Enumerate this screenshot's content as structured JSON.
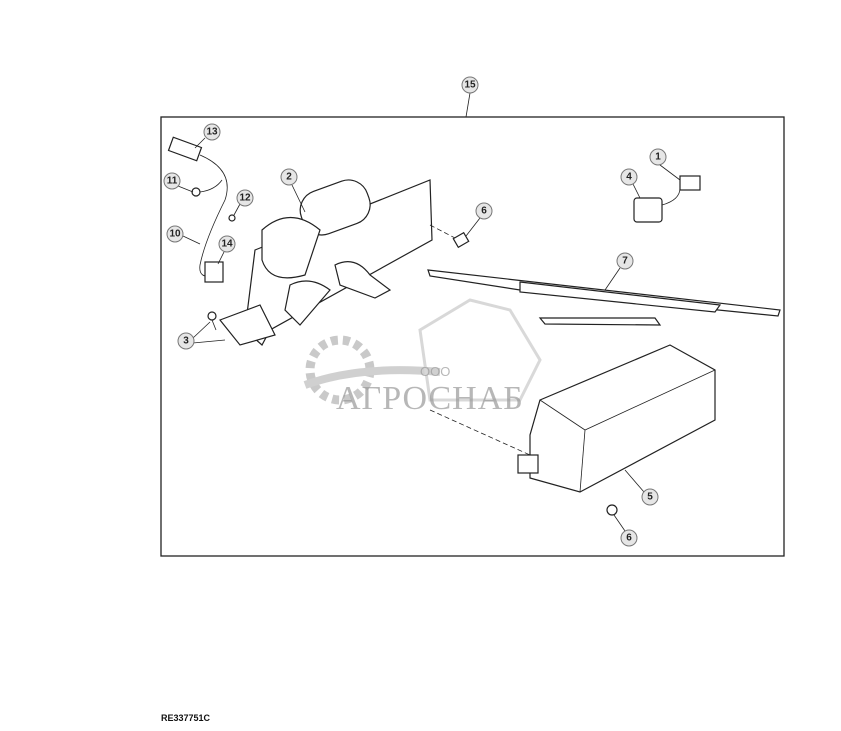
{
  "diagram": {
    "reference_code": "RE337751C",
    "callouts": {
      "assembly": "15",
      "harness_connector": "13",
      "switch_harness": "1",
      "motor": "2",
      "ring_terminal": "11",
      "switch": "4",
      "screw_small": "12",
      "bolt_upper": "6",
      "wire": "10",
      "connector": "14",
      "wiper_blade": "7",
      "screw_lower": "3",
      "cover": "5",
      "bolt_lower": "6"
    },
    "watermark": {
      "prefix": "ООО",
      "name": "АГРОСНАБ"
    }
  }
}
